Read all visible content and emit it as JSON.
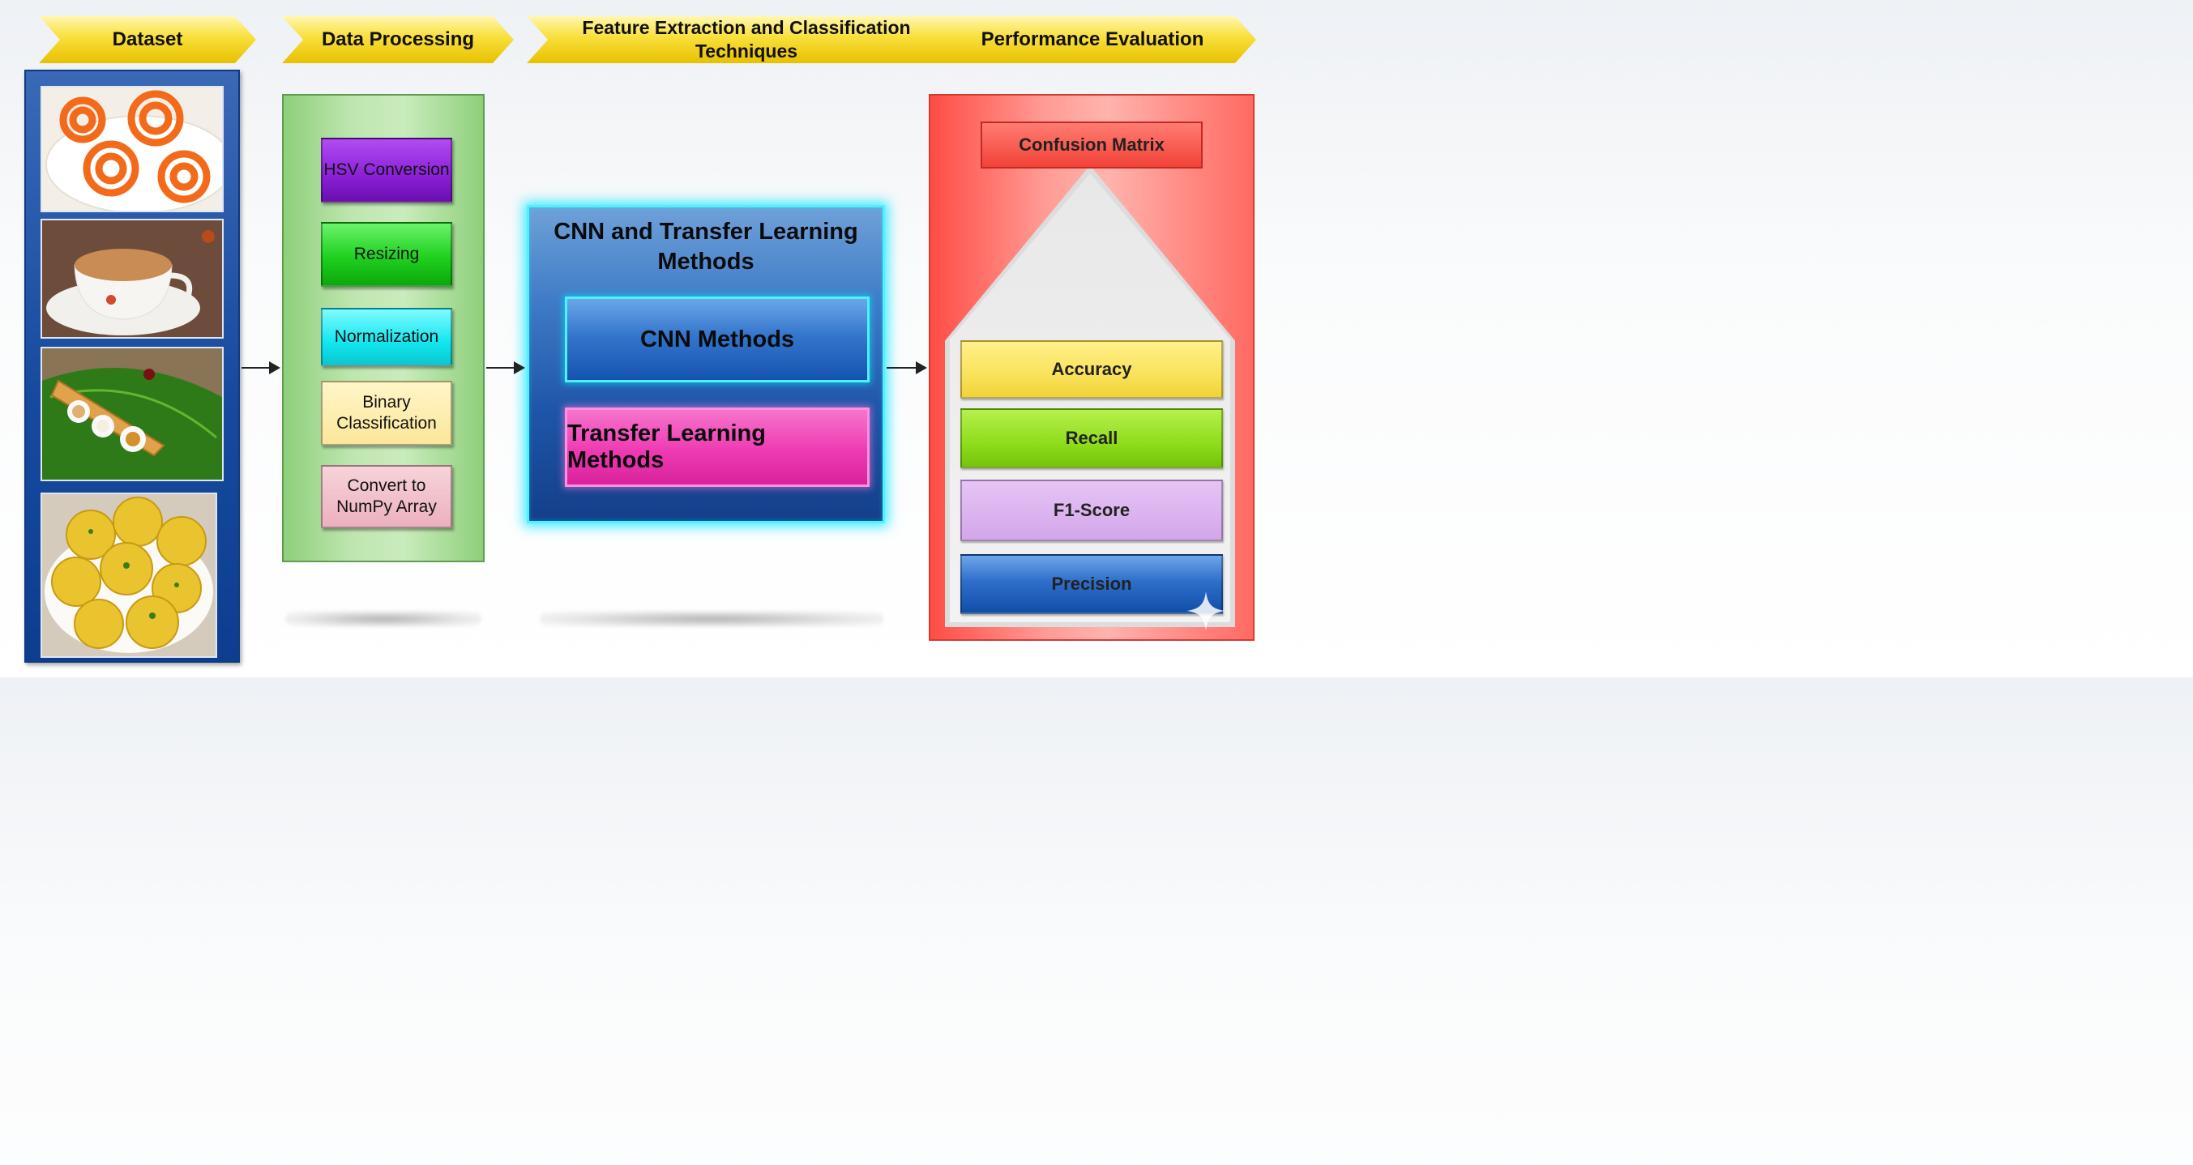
{
  "headers": {
    "dataset": "Dataset",
    "data_processing": "Data Processing",
    "feature_extraction": "Feature Extraction and Classification Techniques",
    "performance": "Performance Evaluation"
  },
  "processing_steps": [
    "HSV Conversion",
    "Resizing",
    "Normalization",
    "Binary Classification",
    "Convert to NumPy Array"
  ],
  "cnn_block": {
    "title": "CNN and Transfer Learning Methods",
    "cnn_methods": "CNN Methods",
    "transfer_learning": "Transfer Learning Methods"
  },
  "performance": {
    "confusion_matrix": "Confusion Matrix",
    "metrics": [
      "Accuracy",
      "Recall",
      "F1-Score",
      "Precision"
    ]
  },
  "dataset_images": [
    "jalebi-photo",
    "tea-photo",
    "dosa-photo",
    "vada-photo"
  ],
  "colors": {
    "chevron": "#f8df3a",
    "dataset_panel": "#174a9e",
    "processing_panel": "#bfe6b0",
    "hsv": "#8a1fd6",
    "resizing": "#1fd01f",
    "normalization": "#12e6ef",
    "binary": "#fbe79a",
    "numpy": "#ecb1bd",
    "cnn_glow": "#4ff1ff",
    "transfer": "#ee3bb3",
    "perf_panel": "#ff6a62",
    "accuracy": "#f9e25a",
    "recall": "#8fdc1c",
    "f1": "#d3a6ea",
    "precision": "#1f5fbf"
  }
}
